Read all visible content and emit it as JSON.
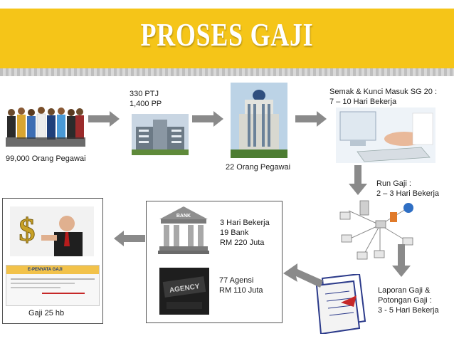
{
  "slide": {
    "title": "PROSES GAJI",
    "accent_color": "#f5c518"
  },
  "steps": {
    "employees": {
      "label": "99,000 Orang Pegawai",
      "icon": "workers-group-icon"
    },
    "ptj": {
      "line1": "330 PTJ",
      "line2": "1,400 PP",
      "icon": "office-building-icon"
    },
    "hq": {
      "label": "22 Orang Pegawai",
      "icon": "tower-building-icon"
    },
    "check": {
      "line1": "Semak & Kunci Masuk SG 20 :",
      "line2": "7 – 10 Hari Bekerja",
      "icon": "computer-typing-icon"
    },
    "run": {
      "line1": "Run  Gaji :",
      "line2": "2 – 3 Hari Bekerja",
      "icon": "network-diagram-icon"
    },
    "report": {
      "line1": "Laporan Gaji &",
      "line2": "Potongan Gaji :",
      "line3": "3 - 5 Hari Bekerja",
      "icon": "documents-icon"
    },
    "bank": {
      "line1": "3 Hari Bekerja",
      "line2": "19 Bank",
      "line3": "RM 220 Juta",
      "icon": "bank-icon",
      "icon_text": "BANK"
    },
    "agency": {
      "line1": "77 Agensi",
      "line2": "RM 110 Juta",
      "icon": "agency-sign-icon",
      "icon_text": "AGENCY"
    },
    "salary": {
      "label": "Gaji 25 hb",
      "icon": "money-man-icon",
      "portal_title": "E-PENYATA GAJI"
    }
  }
}
